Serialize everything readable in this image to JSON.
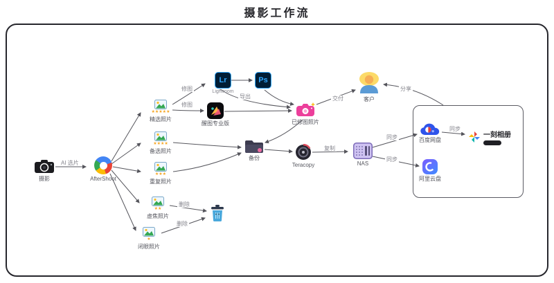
{
  "title": "摄影工作流",
  "nodes": {
    "camera": {
      "label": "摄影"
    },
    "aftershoot": {
      "label": "AfterShoot"
    },
    "categories": [
      {
        "label": "精选照片",
        "stars": "★★★★★"
      },
      {
        "label": "备选照片",
        "stars": "★★★★"
      },
      {
        "label": "重复照片",
        "stars": "★★★"
      },
      {
        "label": "虚焦照片",
        "stars": "★★"
      },
      {
        "label": "闭眼照片",
        "stars": "★"
      }
    ],
    "lightroom": {
      "badge": "Lr",
      "caption": "Lightroom"
    },
    "photoshop": {
      "badge": "Ps"
    },
    "xingtu": {
      "label": "醒图专业版"
    },
    "retouched": {
      "label": "已修图照片"
    },
    "customer": {
      "label": "客户"
    },
    "backup": {
      "label": "备份"
    },
    "teracopy": {
      "label": "Teracopy"
    },
    "nas": {
      "label": "NAS"
    },
    "baidu_pan": {
      "label": "百度网盘"
    },
    "aliyun_pan": {
      "label": "阿里云盘"
    },
    "yike_album": {
      "label": "一刻相册"
    }
  },
  "edges": {
    "ai_select": "AI 选片",
    "retouch_lr": "修图",
    "retouch_xingtu": "修图",
    "export": "导出",
    "deliver": "交付",
    "share": "分享",
    "copy": "复制",
    "sync_baidu": "同步",
    "sync_aliyun": "同步",
    "sync_yike": "同步",
    "delete_blurry": "删除",
    "delete_closed": "删除"
  },
  "colors": {
    "adobe_bg": "#001e36",
    "adobe_accent": "#31a8ff",
    "pink_camera": "#ec3f9b",
    "star": "#f5a623",
    "baidu_blue": "#2f54eb",
    "nas_purple": "#cfc3f2",
    "arrow": "#55555c"
  }
}
